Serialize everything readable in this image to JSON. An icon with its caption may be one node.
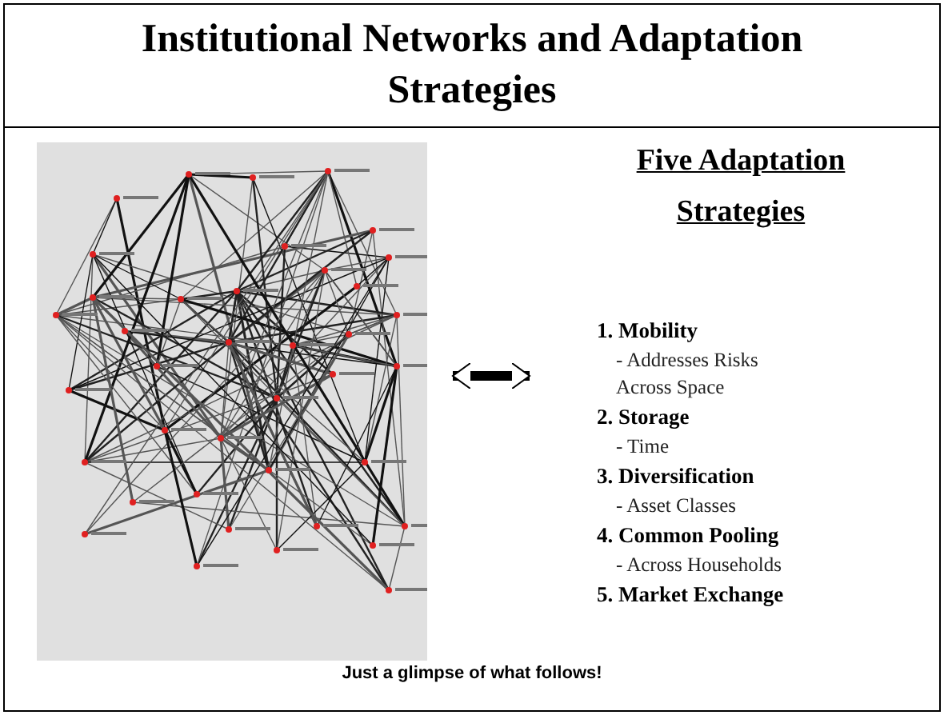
{
  "diagram": {
    "title": "Institutional Networks and Adaptation Strategies",
    "caption": "Just a glimpse of what follows!",
    "nodes": [
      {
        "text": [],
        "shape": "picture"
      },
      {
        "text": [
          "Five Adaptation Strategies",
          "1. Mobility",
          "- Addresses Risks Across Space",
          "2. Storage",
          "- Time",
          "3. Diversification",
          "- Asset Classes",
          "4. Common Pooling",
          "- Across Households",
          "5. Market Exchange"
        ]
      }
    ],
    "edges": [
      {
        "from": 0,
        "to": 1,
        "arrow": "both"
      }
    ]
  }
}
